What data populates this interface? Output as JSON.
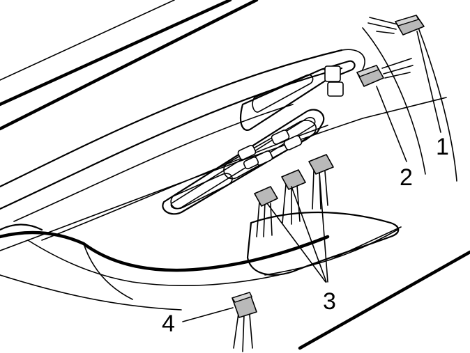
{
  "callouts": {
    "c1": {
      "label": "1"
    },
    "c2": {
      "label": "2"
    },
    "c3": {
      "label": "3"
    },
    "c4": {
      "label": "4"
    }
  }
}
